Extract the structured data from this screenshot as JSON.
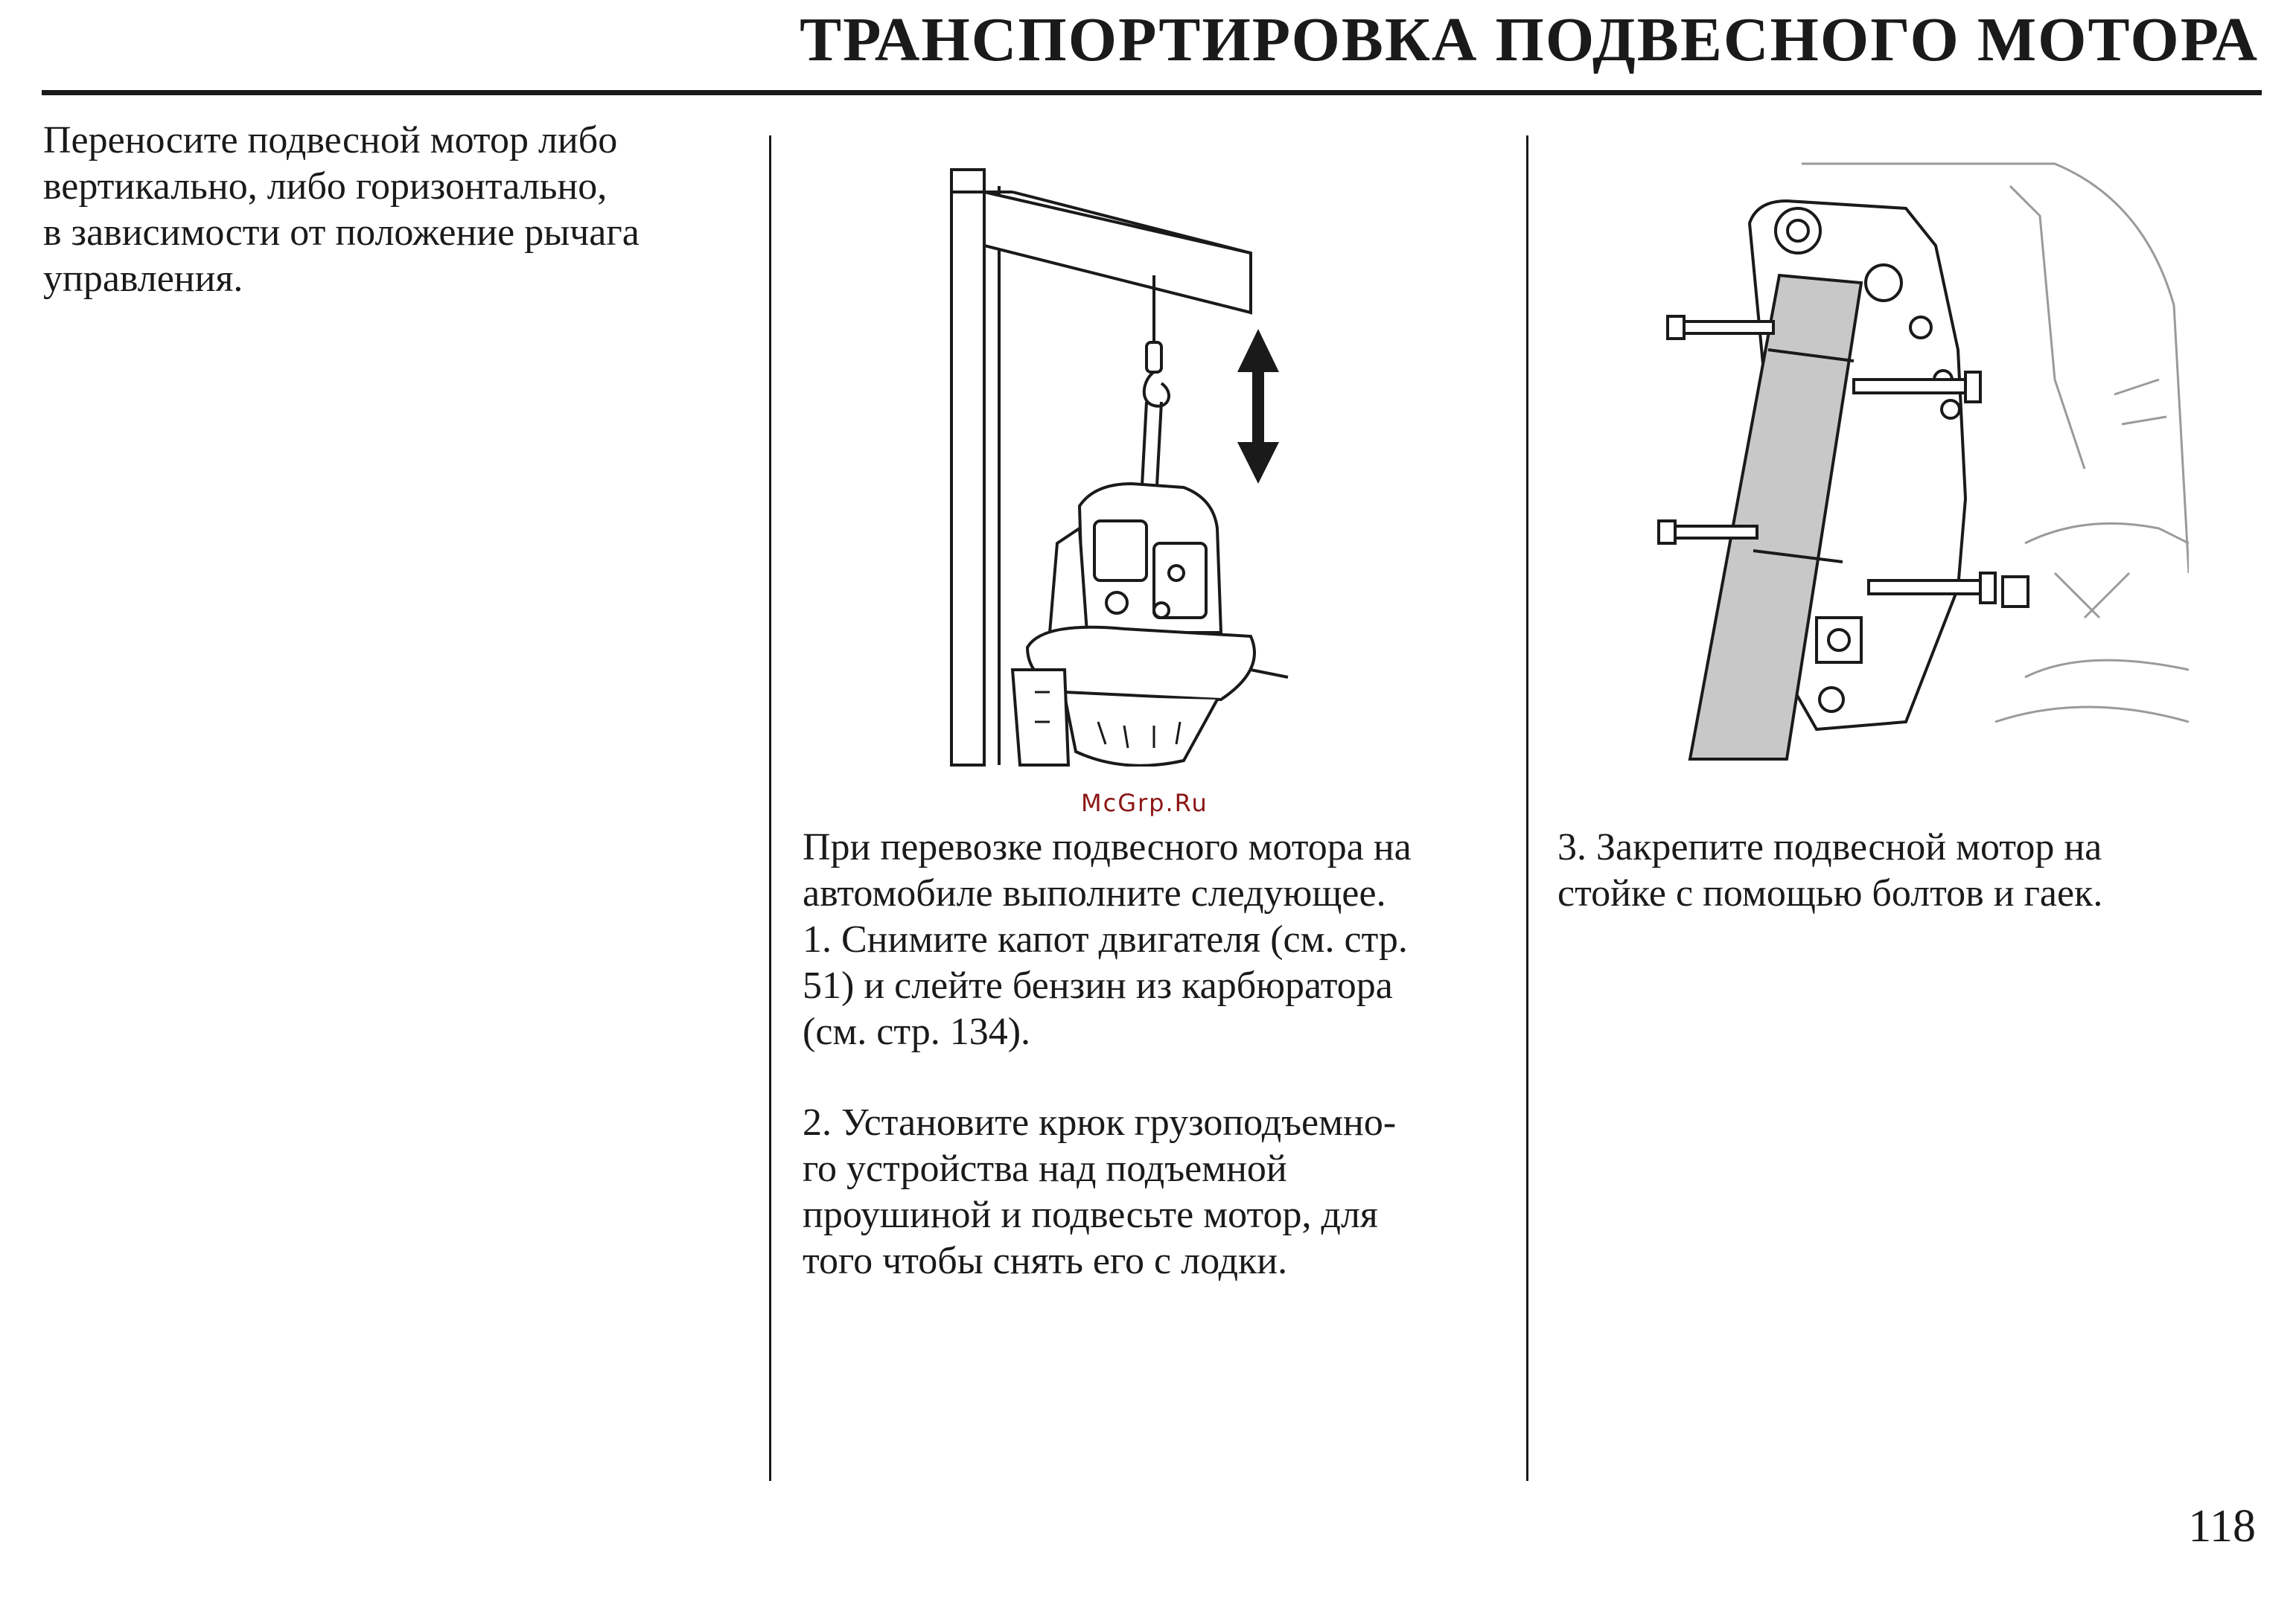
{
  "header": {
    "title": "ТРАНСПОРТИРОВКА ПОДВЕСНОГО МОТОРА"
  },
  "columns": {
    "left_text": "Переносите подвесной мотор либо\nвертикально, либо горизонтально,\nв зависимости от положение рычага\nуправления.",
    "middle_text": "При перевозке подвесного мотора на\nавтомобиле выполните следующее.\n1. Снимите капот двигателя (см. стр.\n51) и слейте бензин из карбюратора\n(см. стр. 134).",
    "middle_text_2": "2. Установите крюк грузоподъемно-\nго устройства над подъемной\nпроушиной и подвесьте мотор, для\nтого чтобы снять его с лодки.",
    "right_text": "3. Закрепите подвесной мотор на\nстойке с помощью болтов и гаек."
  },
  "watermark": "McGrp.Ru",
  "footer": {
    "page_number": "118"
  }
}
